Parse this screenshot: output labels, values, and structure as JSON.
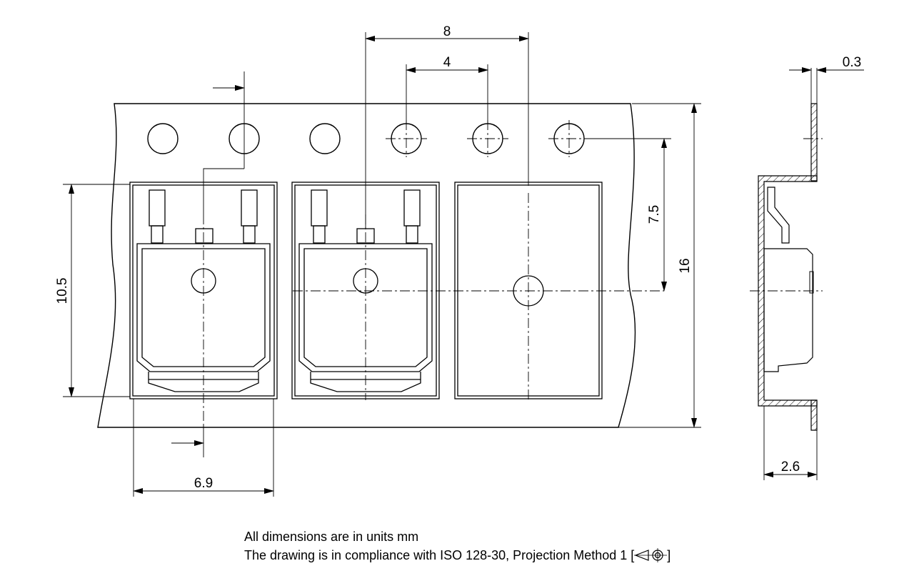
{
  "dimensions": {
    "pitch_8": "8",
    "hole_pitch_4": "4",
    "film_0_3": "0.3",
    "hole_offset_7_5": "7.5",
    "tape_width_16": "16",
    "pocket_10_5": "10.5",
    "pocket_6_9": "6.9",
    "depth_2_6": "2.6"
  },
  "notes": {
    "units": "All dimensions are in units mm",
    "compliance_prefix": "The drawing is in compliance with ISO 128-30, Projection Method 1 [",
    "compliance_suffix": "]"
  }
}
